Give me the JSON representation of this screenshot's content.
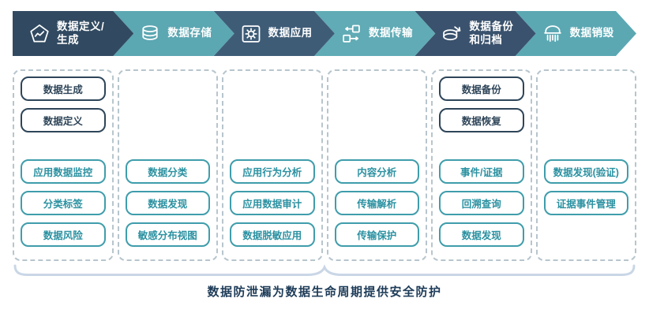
{
  "stages": [
    {
      "label": "数据定义/\n生成",
      "icon": "pentagon-chart-icon",
      "color": "#314a61"
    },
    {
      "label": "数据存储",
      "icon": "database-icon",
      "color": "#5ba7b2"
    },
    {
      "label": "数据应用",
      "icon": "app-gear-icon",
      "color": "#3f5c77"
    },
    {
      "label": "数据传输",
      "icon": "transfer-icon",
      "color": "#60abb5"
    },
    {
      "label": "数据备份\n和归档",
      "icon": "backup-disks-icon",
      "color": "#3a526d"
    },
    {
      "label": "数据销毁",
      "icon": "shredder-icon",
      "color": "#5ba8b3"
    }
  ],
  "columns": [
    {
      "top": [
        "数据生成",
        "数据定义"
      ],
      "bottom": [
        "应用数据监控",
        "分类标签",
        "数据风险"
      ]
    },
    {
      "top": [],
      "bottom": [
        "数据分类",
        "数据发现",
        "敏感分布视图"
      ]
    },
    {
      "top": [],
      "bottom": [
        "应用行为分析",
        "应用数据审计",
        "数据脱敏应用"
      ]
    },
    {
      "top": [],
      "bottom": [
        "内容分析",
        "传输解析",
        "传输保护"
      ]
    },
    {
      "top": [
        "数据备份",
        "数据恢复"
      ],
      "bottom": [
        "事件/证据",
        "回溯查询",
        "数据发现"
      ]
    },
    {
      "top": [],
      "bottom": [
        "数据发现(验证)",
        "证据事件管理"
      ]
    }
  ],
  "caption": "数据防泄漏为数据生命周期提供安全防护",
  "colors": {
    "box_navy": "#2e4559",
    "box_teal_border": "#3f9dab",
    "box_teal_text": "#2b91a1",
    "dashed_border": "#b7c5cd",
    "brace": "#c9d6e6",
    "caption": "#1d3b58",
    "background": "#ffffff"
  }
}
